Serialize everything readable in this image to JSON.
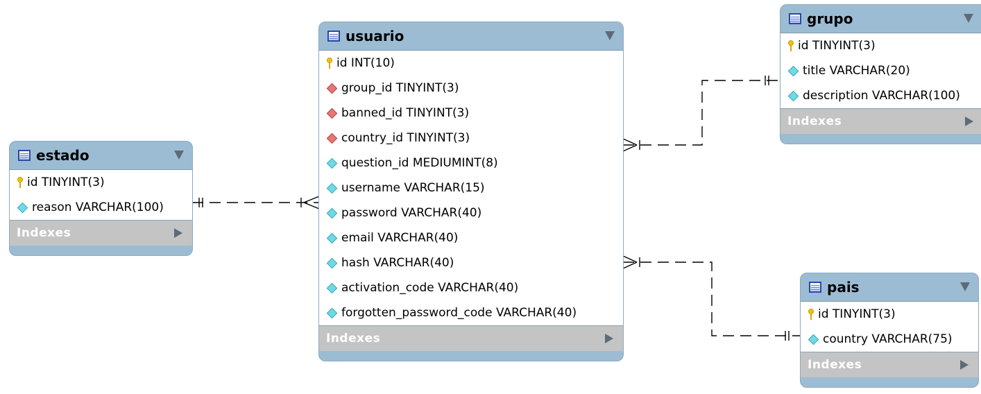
{
  "indexes_label": "Indexes",
  "colors": {
    "table_header": "#9cbcd3",
    "indexes_bar": "#c4c4c4",
    "primary_key_icon": "#f2c20f",
    "foreign_key_icon": "#e57777",
    "column_icon": "#6fd9e6"
  },
  "tables": {
    "usuario": {
      "name": "usuario",
      "columns": [
        {
          "text": "id INT(10)",
          "icon": "key-icon"
        },
        {
          "text": "group_id TINYINT(3)",
          "icon": "foreign-key-icon"
        },
        {
          "text": "banned_id TINYINT(3)",
          "icon": "foreign-key-icon"
        },
        {
          "text": "country_id TINYINT(3)",
          "icon": "foreign-key-icon"
        },
        {
          "text": "question_id MEDIUMINT(8)",
          "icon": "column-icon"
        },
        {
          "text": "username VARCHAR(15)",
          "icon": "column-icon"
        },
        {
          "text": "password VARCHAR(40)",
          "icon": "column-icon"
        },
        {
          "text": "email VARCHAR(40)",
          "icon": "column-icon"
        },
        {
          "text": "hash VARCHAR(40)",
          "icon": "column-icon"
        },
        {
          "text": "activation_code VARCHAR(40)",
          "icon": "column-icon"
        },
        {
          "text": "forgotten_password_code VARCHAR(40)",
          "icon": "column-icon"
        }
      ]
    },
    "estado": {
      "name": "estado",
      "columns": [
        {
          "text": "id TINYINT(3)",
          "icon": "key-icon"
        },
        {
          "text": "reason VARCHAR(100)",
          "icon": "column-icon"
        }
      ]
    },
    "grupo": {
      "name": "grupo",
      "columns": [
        {
          "text": "id TINYINT(3)",
          "icon": "key-icon"
        },
        {
          "text": "title VARCHAR(20)",
          "icon": "column-icon"
        },
        {
          "text": "description VARCHAR(100)",
          "icon": "column-icon"
        }
      ]
    },
    "pais": {
      "name": "pais",
      "columns": [
        {
          "text": "id TINYINT(3)",
          "icon": "key-icon"
        },
        {
          "text": "country VARCHAR(75)",
          "icon": "column-icon"
        }
      ]
    }
  },
  "relationships": [
    {
      "from": "estado",
      "to": "usuario",
      "from_end": "one-and-only-one",
      "to_end": "one-or-many"
    },
    {
      "from": "grupo",
      "to": "usuario",
      "from_end": "one-and-only-one",
      "to_end": "one-or-many"
    },
    {
      "from": "pais",
      "to": "usuario",
      "from_end": "one-and-only-one",
      "to_end": "one-or-many"
    }
  ]
}
